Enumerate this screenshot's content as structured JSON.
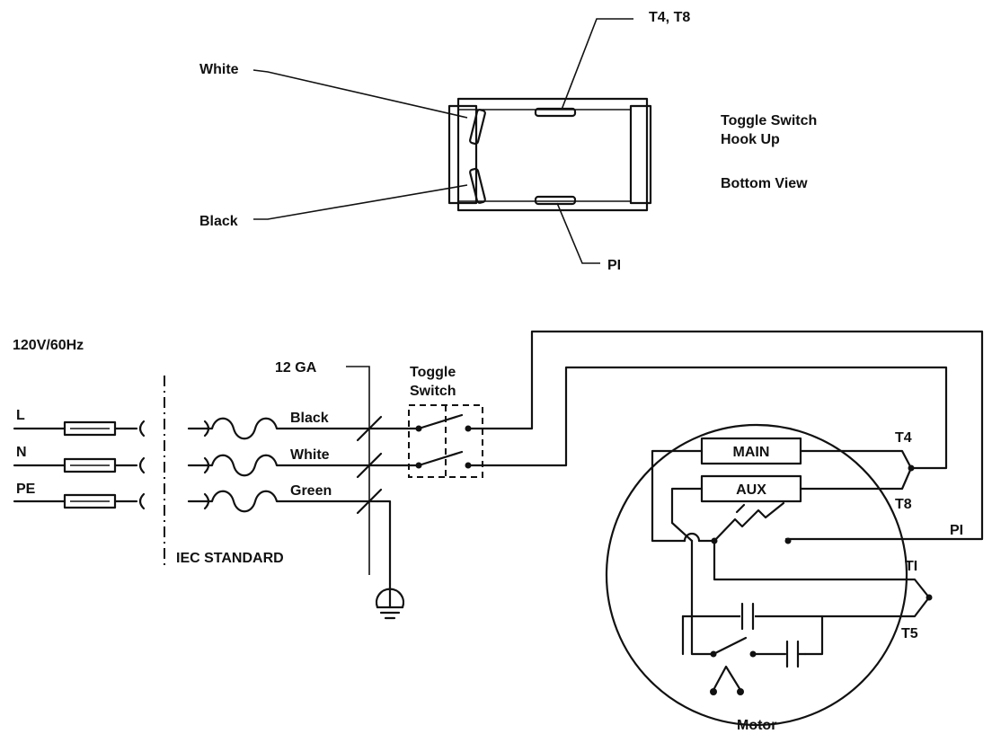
{
  "switch_view": {
    "terminal_white": "White",
    "terminal_black": "Black",
    "terminal_t4_t8": "T4, T8",
    "terminal_pi": "PI",
    "title_line1": "Toggle Switch",
    "title_line2": "Hook Up",
    "view_label": "Bottom View"
  },
  "supply": {
    "voltage": "120V/60Hz",
    "line_l": "L",
    "line_n": "N",
    "line_pe": "PE",
    "standard": "IEC STANDARD",
    "gauge": "12 GA"
  },
  "wires": {
    "black": "Black",
    "white": "White",
    "green": "Green"
  },
  "toggle_switch": {
    "line1": "Toggle",
    "line2": "Switch"
  },
  "motor": {
    "label": "Motor",
    "main_winding": "MAIN",
    "aux_winding": "AUX",
    "t4": "T4",
    "t8": "T8",
    "pi": "PI",
    "t1": "TI",
    "t5": "T5"
  }
}
